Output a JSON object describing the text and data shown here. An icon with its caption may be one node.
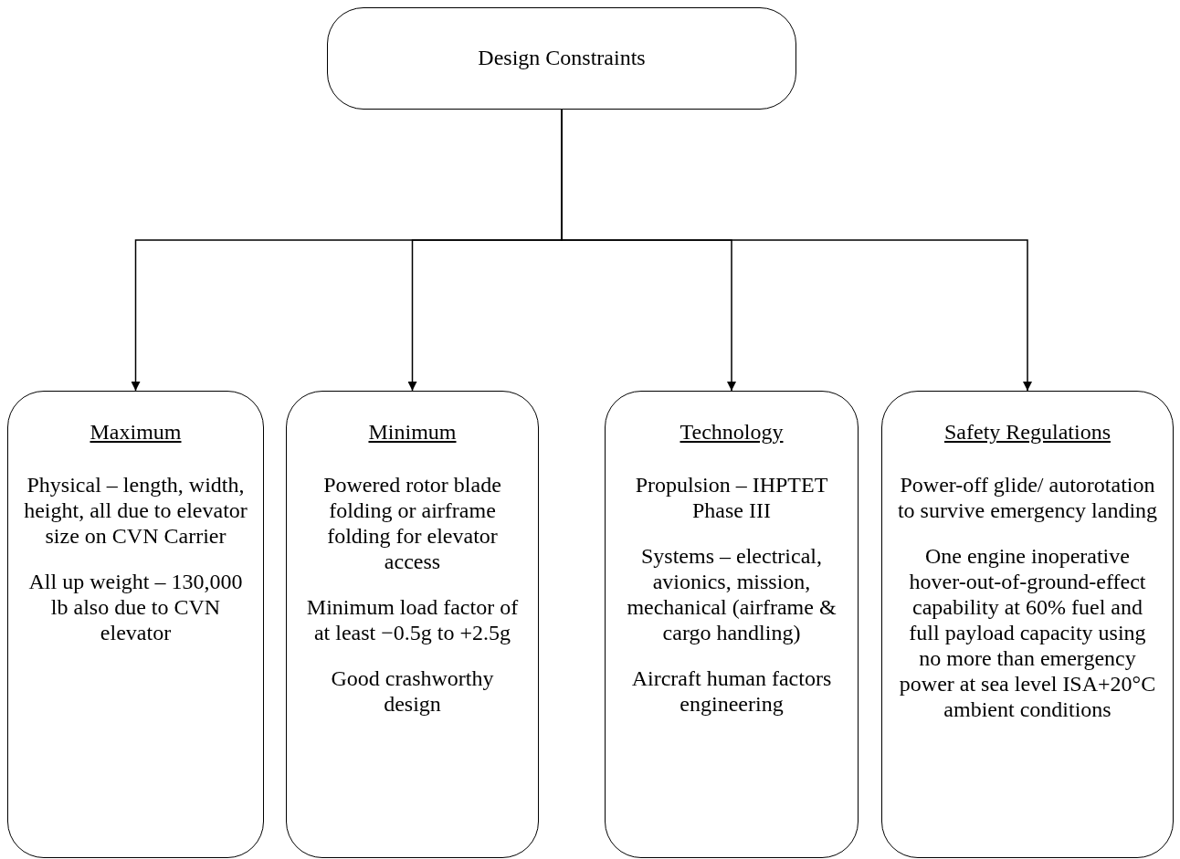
{
  "diagram": {
    "nodes": [
      {
        "text": [
          "Design Constraints"
        ]
      },
      {
        "text": [
          "Maximum",
          "Physical – length, width, height, all due to elevator size on CVN Carrier",
          "All up weight – 130,000 lb also due to CVN elevator"
        ]
      },
      {
        "text": [
          "Minimum",
          "Powered rotor blade folding or airframe folding for elevator access",
          "Minimum load factor of at least −0.5g to +2.5g",
          "Good crashworthy design"
        ]
      },
      {
        "text": [
          "Technology",
          "Propulsion – IHPTET Phase III",
          "Systems – electrical, avionics, mission, mechanical (airframe & cargo handling)",
          "Aircraft human factors engineering"
        ]
      },
      {
        "text": [
          "Safety Regulations",
          "Power-off glide/ autorotation to survive emergency landing",
          "One engine inoperative hover-out-of-ground-effect capability at 60% fuel and full payload capacity using no more than emergency power at sea level ISA+20°C ambient conditions"
        ]
      }
    ],
    "edges": [
      {
        "from": 0,
        "to": 1,
        "arrow": "to"
      },
      {
        "from": 0,
        "to": 2,
        "arrow": "to"
      },
      {
        "from": 0,
        "to": 3,
        "arrow": "to"
      },
      {
        "from": 0,
        "to": 4,
        "arrow": "to"
      }
    ]
  }
}
